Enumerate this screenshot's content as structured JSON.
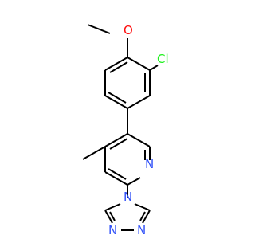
{
  "molecule": {
    "atoms": {
      "oxygen": "O",
      "chlorine": "Cl",
      "pyridine_nitrogen": "N",
      "triazole_n4": "N",
      "triazole_n1": "N",
      "triazole_n2": "N"
    }
  },
  "colors": {
    "bond": "#000000",
    "carbon": "#000000",
    "oxygen": "#ff0d0d",
    "chlorine": "#1ff01f",
    "nitrogen": "#3050f8"
  }
}
